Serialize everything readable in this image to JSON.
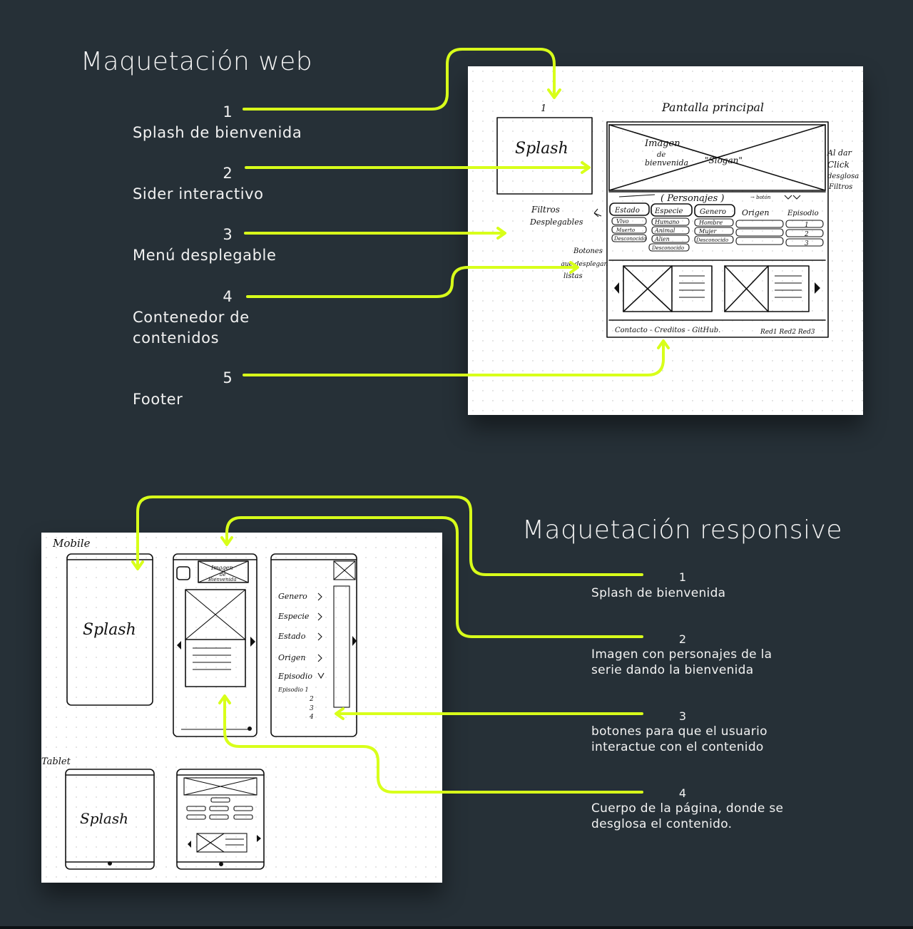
{
  "web": {
    "title": "Maquetación web",
    "items": [
      {
        "num": "1",
        "label": "Splash de bienvenida"
      },
      {
        "num": "2",
        "label": "Sider interactivo"
      },
      {
        "num": "3",
        "label": "Menú desplegable"
      },
      {
        "num": "4",
        "label": "Contenedor de contenidos"
      },
      {
        "num": "5",
        "label": "Footer"
      }
    ],
    "sketch": {
      "screen_number": "1",
      "screen_title": "Pantalla principal",
      "splash": "Splash",
      "hero_line1": "Imagen",
      "hero_line2": "de",
      "hero_line3": "bienvenida",
      "hero_slogan": "\"Slogan\"",
      "note_click": [
        "Al dar",
        "Click",
        "desglosa",
        "Filtros"
      ],
      "tab_bar": "( Personajes )",
      "tab_button": "→ botón",
      "filters_note": [
        "Filtros",
        "Desplegables"
      ],
      "buttons_note": [
        "Botones",
        "que desplegan",
        "listas"
      ],
      "filters": [
        "Estado",
        "Especie",
        "Genero",
        "Origen",
        "Episodio"
      ],
      "estado_opts": [
        "Vivo",
        "Muerto",
        "Desconocido"
      ],
      "especie_opts": [
        "Humano",
        "Animal",
        "Alien",
        "Desconocido"
      ],
      "genero_opts": [
        "Hombre",
        "Mujer",
        "Desconocido"
      ],
      "episodio_opts": [
        "1",
        "2",
        "3"
      ],
      "footer": "Contacto - Creditos - GitHub.",
      "footer_right": "Red1 Red2 Red3"
    }
  },
  "responsive": {
    "title": "Maquetación responsive",
    "items": [
      {
        "num": "1",
        "label": "Splash de bienvenida"
      },
      {
        "num": "2",
        "label": "Imagen con personajes de la serie dando la bienvenida"
      },
      {
        "num": "3",
        "label": "botones para que el usuario interactue con el contenido"
      },
      {
        "num": "4",
        "label": "Cuerpo de la página, donde se desglosa el contenido."
      }
    ],
    "sketch": {
      "mobile_label": "Mobile",
      "tablet_label": "Tablet",
      "splash": "Splash",
      "hero": [
        "Imagen",
        "de",
        "Bienvenida"
      ],
      "menu": [
        "Genero",
        "Especie",
        "Estado",
        "Origen",
        "Episodio"
      ],
      "episodes": [
        "Episodio 1",
        "2",
        "3",
        "4"
      ]
    }
  },
  "colors": {
    "background": "#263037",
    "accent": "#d8ff1a",
    "sheet": "#ffffff"
  }
}
